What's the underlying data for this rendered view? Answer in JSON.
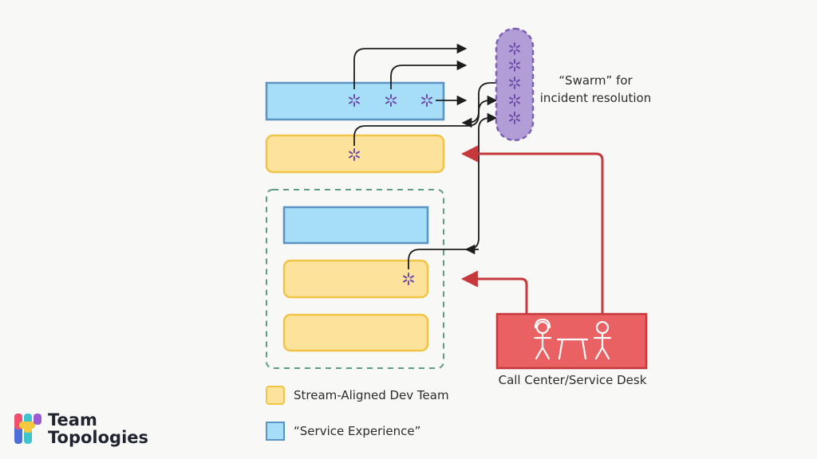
{
  "diagram": {
    "swarm_label_line1": "“Swarm” for",
    "swarm_label_line2": "incident resolution",
    "call_center_label": "Call Center/Service Desk",
    "colors": {
      "service_experience_fill": "#a6ddf7",
      "service_experience_stroke": "#5b93c3",
      "stream_team_fill": "#fde29b",
      "stream_team_stroke": "#f0c547",
      "swarm_fill": "#b19ed6",
      "swarm_stroke": "#7b5fb3",
      "asterisk": "#6b4aa8",
      "connector": "#1d1d1d",
      "call_center_fill": "#ea6163",
      "call_center_stroke": "#c5393c",
      "red_arrow": "#c5393c",
      "group_dashes": "#5f9c82"
    }
  },
  "legend": {
    "stream_aligned": "Stream-Aligned Dev Team",
    "service_experience": "“Service Experience”"
  },
  "logo": {
    "line1": "Team",
    "line2": "Topologies"
  }
}
